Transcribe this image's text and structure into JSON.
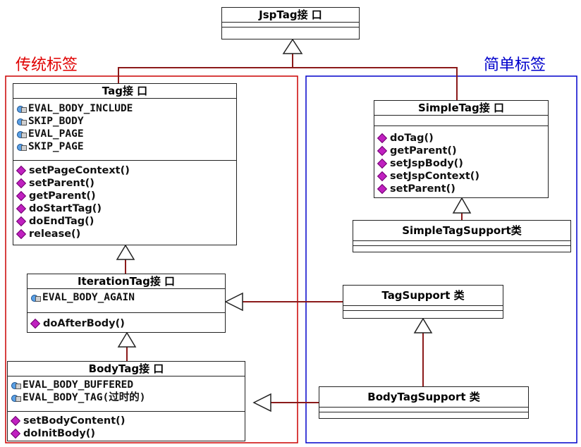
{
  "group_labels": {
    "traditional": "传统标签",
    "simple": "简单标签"
  },
  "colors": {
    "traditional_frame": "#cc0000",
    "simple_frame": "#0000cc",
    "connector": "#8b1a1a"
  },
  "classes": {
    "jsptag": {
      "title": "JspTag接 口"
    },
    "tag": {
      "title": "Tag接 口",
      "fields": [
        "EVAL_BODY_INCLUDE",
        "SKIP_BODY",
        "EVAL_PAGE",
        "SKIP_PAGE"
      ],
      "methods": [
        "setPageContext()",
        "setParent()",
        "getParent()",
        "doStartTag()",
        "doEndTag()",
        "release()"
      ]
    },
    "iterationtag": {
      "title": "IterationTag接 口",
      "fields": [
        "EVAL_BODY_AGAIN"
      ],
      "methods": [
        "doAfterBody()"
      ]
    },
    "bodytag": {
      "title": "BodyTag接 口",
      "fields": [
        "EVAL_BODY_BUFFERED",
        "EVAL_BODY_TAG(过时的)"
      ],
      "methods": [
        "setBodyContent()",
        "doInitBody()"
      ]
    },
    "simpletag": {
      "title": "SimpleTag接 口",
      "methods": [
        "doTag()",
        "getParent()",
        "setJspBody()",
        "setJspContext()",
        "setParent()"
      ]
    },
    "simpletagsupport": {
      "title": "SimpleTagSupport类"
    },
    "tagsupport": {
      "title": "TagSupport 类"
    },
    "bodytagsupport": {
      "title": "BodyTagSupport 类"
    }
  }
}
